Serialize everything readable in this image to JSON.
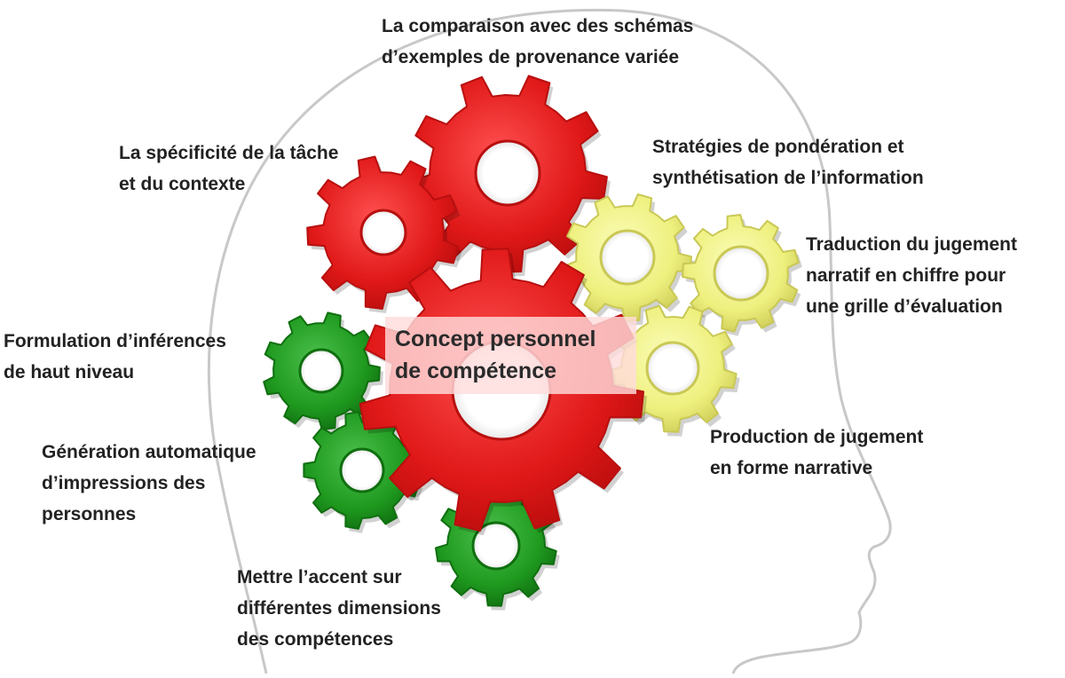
{
  "colors": {
    "red_gear": "#e01818",
    "red_gear_dark": "#b80f0f",
    "yellow_gear": "#eef07e",
    "yellow_gear_dark": "#c9c855",
    "green_gear": "#1f9a1f",
    "green_gear_dark": "#0f6f0f",
    "head_outline": "#c8c8c8",
    "text": "#222222"
  },
  "center": {
    "line1": "Concept personnel",
    "line2": "de compétence"
  },
  "labels": {
    "comparaison": {
      "line1": "La comparaison avec des schémas",
      "line2": "d’exemples de provenance variée"
    },
    "specificite": {
      "line1": "La spécificité de la tâche",
      "line2": "et du contexte"
    },
    "strategies": {
      "line1": "Stratégies de pondération et",
      "line2": "synthétisation de l’information"
    },
    "traduction": {
      "line1": "Traduction du jugement",
      "line2": "narratif en chiffre pour",
      "line3": "une grille d’évaluation"
    },
    "formulation": {
      "line1": "Formulation d’inférences",
      "line2": "de haut niveau"
    },
    "production": {
      "line1": "Production de jugement",
      "line2": "en forme narrative"
    },
    "generation": {
      "line1": "Génération automatique",
      "line2": "d’impressions des",
      "line3": "personnes"
    },
    "accent": {
      "line1": "Mettre l’accent sur",
      "line2": "différentes dimensions",
      "line3": "des compétences"
    }
  }
}
